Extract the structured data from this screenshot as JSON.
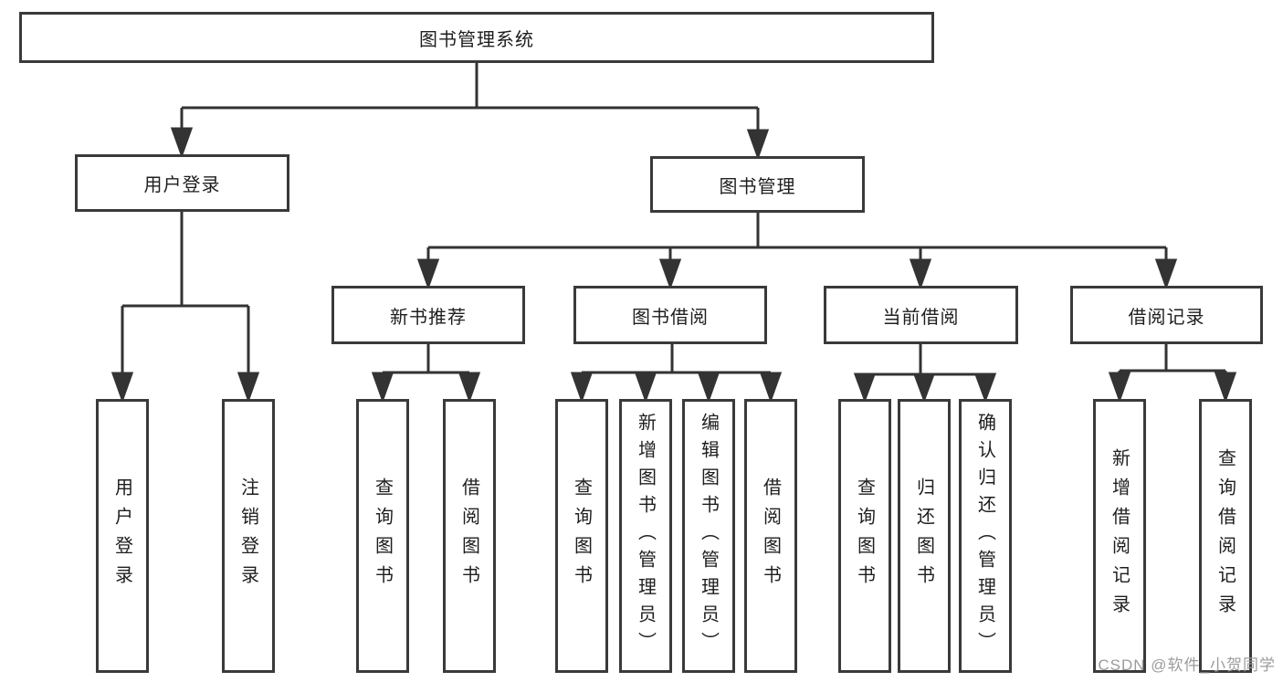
{
  "tree": {
    "label": "图书管理系统",
    "children": [
      {
        "label": "用户登录",
        "children": [
          {
            "label": "用户登录"
          },
          {
            "label": "注销登录"
          }
        ]
      },
      {
        "label": "图书管理",
        "children": [
          {
            "label": "新书推荐",
            "children": [
              {
                "label": "查询图书"
              },
              {
                "label": "借阅图书"
              }
            ]
          },
          {
            "label": "图书借阅",
            "children": [
              {
                "label": "查询图书"
              },
              {
                "label": "新增图书（管理员）"
              },
              {
                "label": "编辑图书（管理员）"
              },
              {
                "label": "借阅图书"
              }
            ]
          },
          {
            "label": "当前借阅",
            "children": [
              {
                "label": "查询图书"
              },
              {
                "label": "归还图书"
              },
              {
                "label": "确认归还（管理员）"
              }
            ]
          },
          {
            "label": "借阅记录",
            "children": [
              {
                "label": "新增借阅记录"
              },
              {
                "label": "查询借阅记录"
              }
            ]
          }
        ]
      }
    ]
  },
  "watermark": {
    "text": "CSDN @软件_小贺同学"
  },
  "colors": {
    "line": "#333333",
    "box_border": "#3a3a3a",
    "text": "#1e1e1e",
    "watermark_text": "#9c9c9c",
    "background": "#ffffff"
  }
}
